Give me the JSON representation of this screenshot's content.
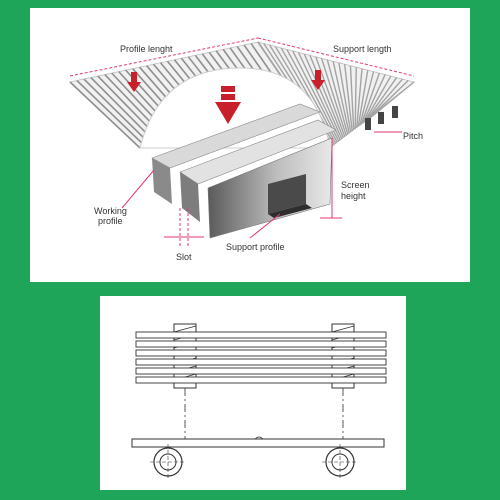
{
  "colors": {
    "background": "#1ea55a",
    "panel": "#ffffff",
    "arrow": "#c8202a",
    "dim_line": "#e23a6e",
    "metal_dark": "#6b6b6b",
    "metal_light": "#d8d8d8"
  },
  "top_diagram": {
    "labels": {
      "profile_length": "Profile lenght",
      "support_length": "Support length",
      "pitch": "Pitch",
      "screen_height_line1": "Screen",
      "screen_height_line2": "height",
      "working_profile_line1": "Working",
      "working_profile_line2": "profile",
      "slot": "Slot",
      "support_profile": "Support profile"
    },
    "icons": [
      "down-arrow-icon",
      "down-arrow-icon",
      "down-arrow-icon"
    ]
  },
  "bottom_diagram": {
    "wire_count": 6,
    "support_rod_count": 2
  }
}
